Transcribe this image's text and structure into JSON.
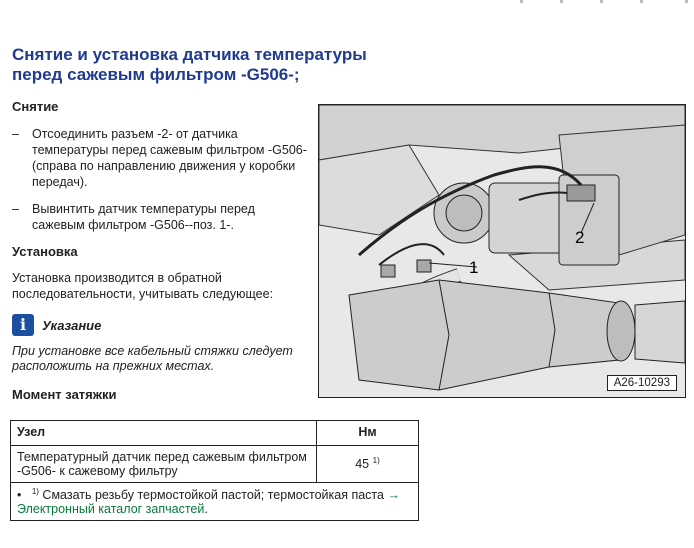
{
  "title_line1": "Снятие и установка датчика температуры",
  "title_line2": "перед сажевым фильтром -G506-;",
  "removal": {
    "heading": "Снятие",
    "steps": [
      "Отсоединить разъем -2- от датчика температуры перед сажевым фильтром -G506- (справа по направлению движения у коробки передач).",
      "Вывинтить датчик температуры перед сажевым фильтром -G506--поз. 1-."
    ]
  },
  "installation": {
    "heading": "Установка",
    "text": "Установка производится в обратной последовательности, учитывать следующее:"
  },
  "note": {
    "icon": "info-icon",
    "icon_glyph": "i",
    "title": "Указание",
    "text": "При установке все кабельный стяжки следует расположить на прежних местах."
  },
  "torque": {
    "heading": "Момент затяжки",
    "col_unit": "Узел",
    "col_nm": "Нм",
    "row_unit": "Температурный датчик перед сажевым фильтром -G506- к сажевому фильтру",
    "row_nm": "45",
    "row_sup": "1)",
    "footnote_bullet": "•",
    "footnote_sup": "1)",
    "footnote_text": "Смазать резьбу термостойкой пастой; термостойкая паста",
    "footnote_link": "→ Электронный каталог запчастей",
    "footnote_end": "."
  },
  "figure": {
    "label_1": "1",
    "label_2": "2",
    "id": "A26-10293"
  }
}
